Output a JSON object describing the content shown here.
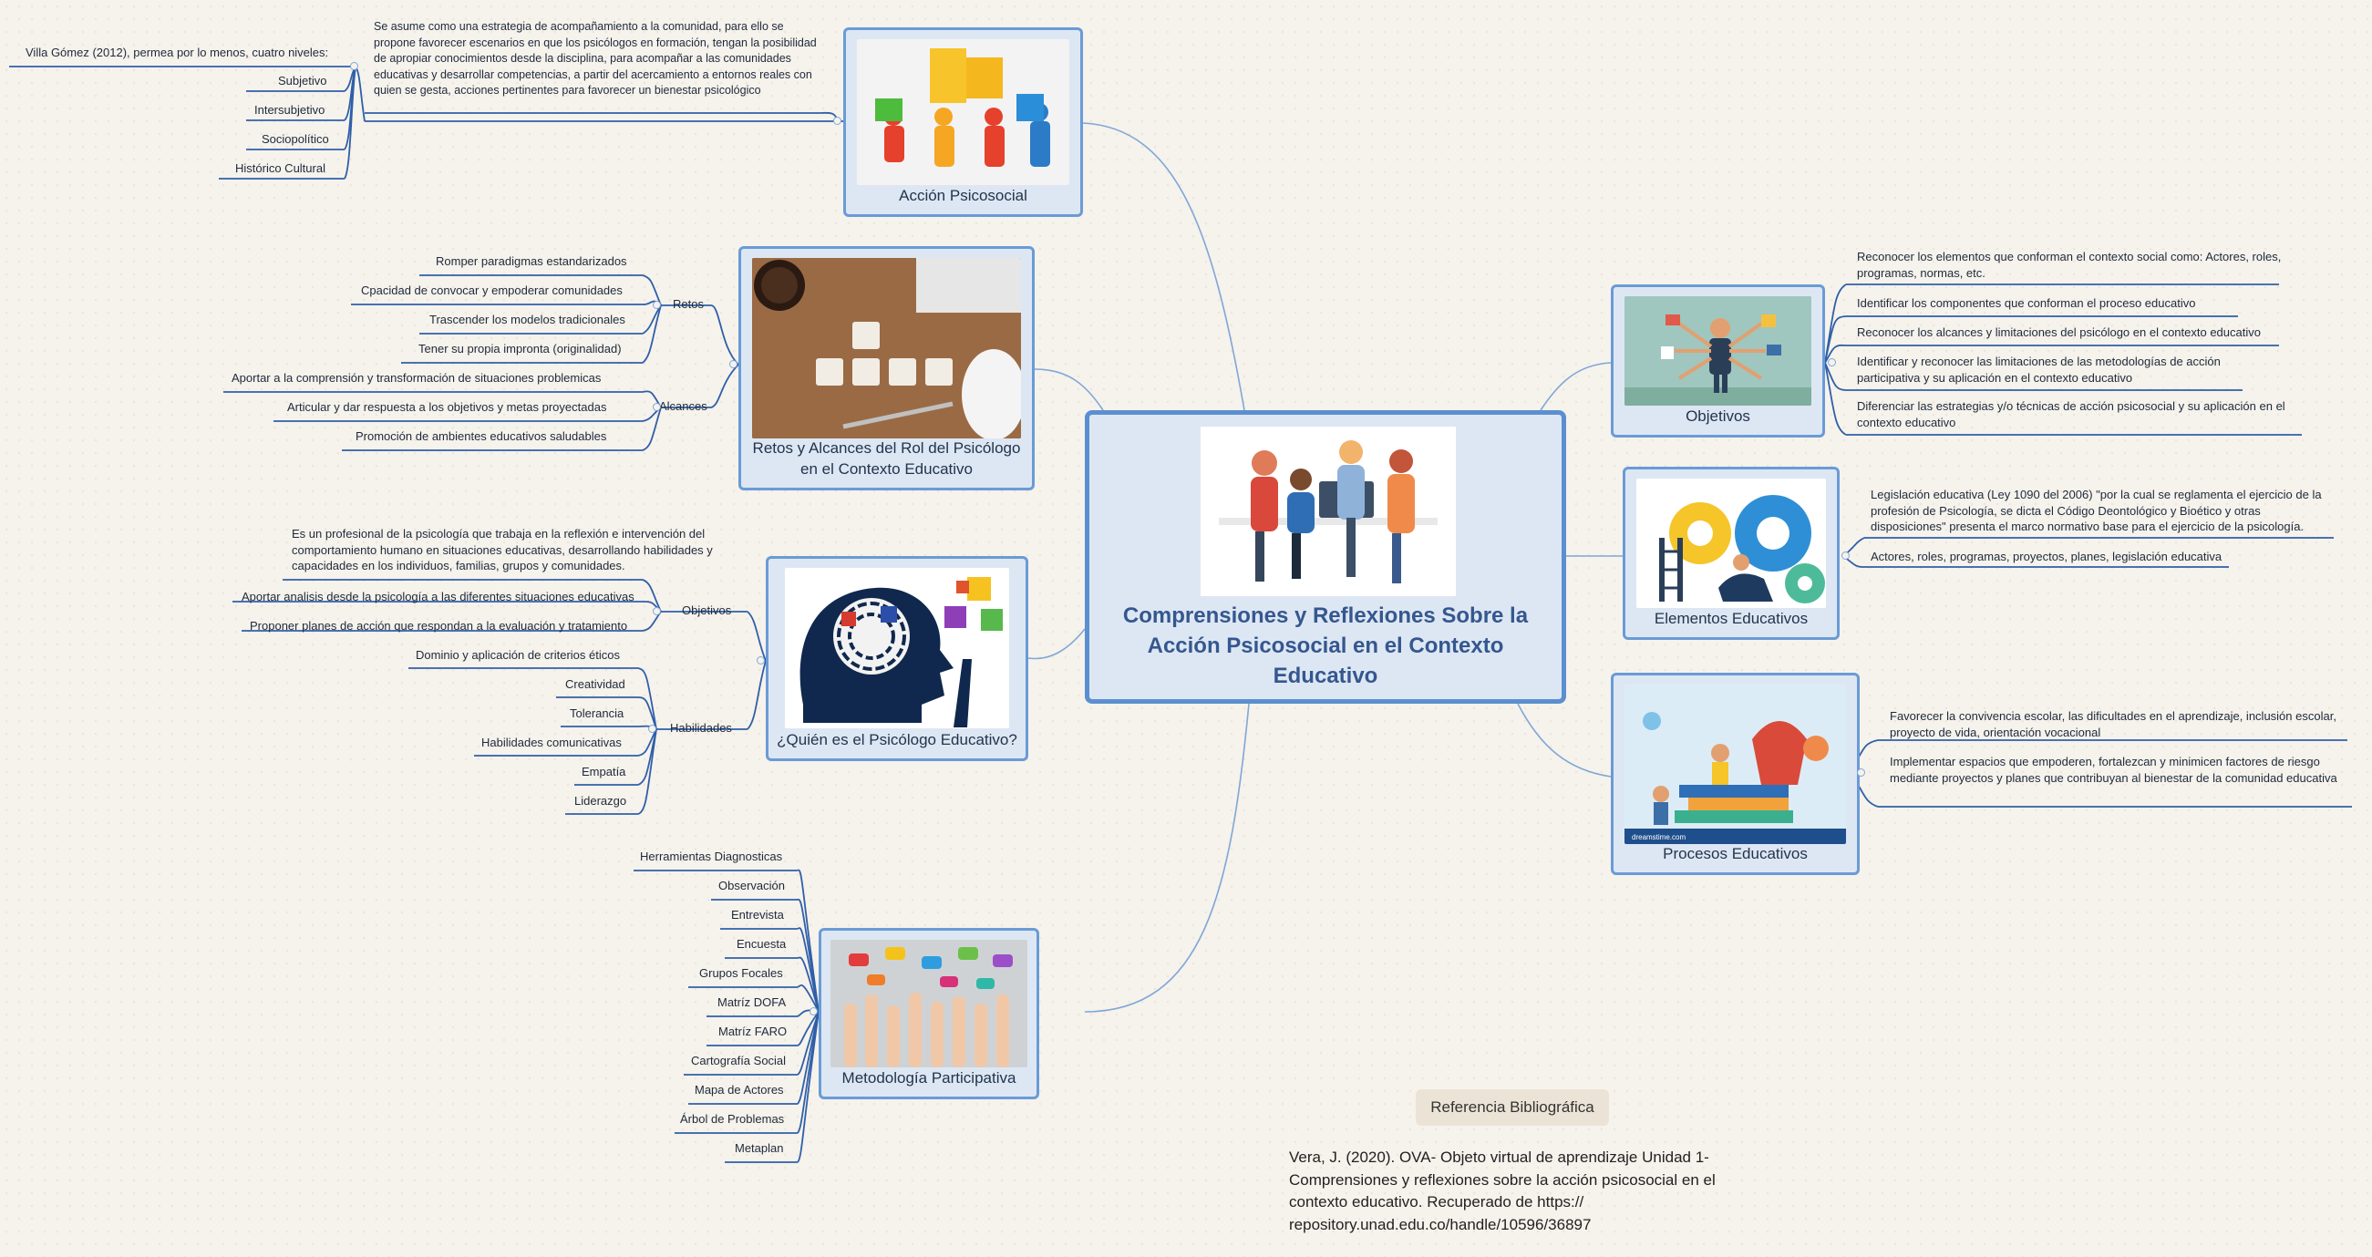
{
  "central": {
    "title": "Comprensiones y Reflexiones Sobre la Acción Psicosocial en el Contexto Educativo"
  },
  "accion": {
    "label": "Acción Psicosocial",
    "description": "Se asume como una estrategia de acompañamiento a la comunidad, para ello se propone favorecer escenarios en que los psicólogos en formación, tengan la posibilidad de apropiar conocimientos desde la disciplina, para acompañar a las comunidades educativas y desarrollar competencias, a partir del acercamiento a entornos reales con quien se gesta, acciones pertinentes para favorecer un bienestar psicológico",
    "villa": "Villa Gómez (2012), permea por lo menos, cuatro niveles:",
    "levels": [
      "Subjetivo",
      "Intersubjetivo",
      "Sociopolítico",
      "Histórico Cultural"
    ]
  },
  "retos": {
    "label": "Retos y Alcances del Rol del Psicólogo en el Contexto Educativo",
    "retos_label": "Retos",
    "retos_items": [
      "Romper paradigmas estandarizados",
      "Cpacidad de convocar y empoderar comunidades",
      "Trascender los modelos tradicionales",
      "Tener su propia impronta (originalidad)"
    ],
    "alcances_label": "Alcances",
    "alcances_items": [
      "Aportar a la comprensión y transformación de situaciones problemicas",
      "Articular y dar respuesta a los objetivos y metas proyectadas",
      "Promoción de ambientes educativos saludables"
    ]
  },
  "quien": {
    "label": "¿Quién es el Psicólogo Educativo?",
    "objetivos_label": "Objetivos",
    "objetivos_items": [
      "Es un profesional de la psicología que trabaja en la reflexión e intervención del comportamiento humano en situaciones educativas, desarrollando habilidades y capacidades en los individuos, familias, grupos y comunidades.",
      "Aportar analisis desde la psicología a las diferentes situaciones educativas",
      "Proponer planes de acción que respondan a la evaluación y tratamiento"
    ],
    "habilidades_label": "Habilidades",
    "habilidades_items": [
      "Dominio y aplicación de criterios éticos",
      "Creatividad",
      "Tolerancia",
      "Habilidades comunicativas",
      "Empatía",
      "Liderazgo"
    ]
  },
  "metodologia": {
    "label": "Metodología Participativa",
    "items": [
      "Herramientas Diagnosticas",
      "Observación",
      "Entrevista",
      "Encuesta",
      "Grupos Focales",
      "Matríz DOFA",
      "Matríz FARO",
      "Cartografía Social",
      "Mapa de Actores",
      "Árbol de Problemas",
      "Metaplan"
    ]
  },
  "objetivos": {
    "label": "Objetivos",
    "items": [
      "Reconocer los elementos que conforman el contexto social como: Actores, roles, programas, normas, etc.",
      "Identificar los componentes que conforman el proceso educativo",
      "Reconocer los alcances y limitaciones del psicólogo en el contexto educativo",
      "Identificar y reconocer las limitaciones de las metodologías de acción participativa y su aplicación en el contexto educativo",
      "Diferenciar las estrategias y/o técnicas de acción psicosocial y su aplicación en el contexto educativo"
    ]
  },
  "elementos": {
    "label": "Elementos Educativos",
    "items": [
      "Legislación educativa (Ley 1090 del 2006) \"por la cual se reglamenta el ejercicio de la profesión de Psicología, se dicta el Código Deontológico y Bioético y otras disposiciones\" presenta el marco normativo base para el ejercicio de la psicología.",
      "Actores, roles, programas, proyectos, planes, legislación educativa"
    ]
  },
  "procesos": {
    "label": "Procesos Educativos",
    "image_caption": "dreamstime.com",
    "items": [
      "Favorecer la convivencia escolar, las dificultades en el aprendizaje, inclusión escolar, proyecto de vida, orientación vocacional",
      "Implementar espacios que empoderen, fortalezcan y minimicen factores de riesgo mediante proyectos y planes que contribuyan al bienestar de la comunidad educativa"
    ]
  },
  "reference": {
    "button": "Referencia Bibliográfica",
    "text": "Vera, J. (2020). OVA- Objeto virtual de aprendizaje Unidad 1- Comprensiones y reflexiones sobre la acción psicosocial en el contexto educativo. Recuperado de  https:// repository.unad.edu.co/handle/10596/36897"
  },
  "colors": {
    "node_fill": "#dde7f3",
    "node_border": "#6a9bd6",
    "branch_line": "#2f5fa8",
    "title_text": "#35578f"
  }
}
